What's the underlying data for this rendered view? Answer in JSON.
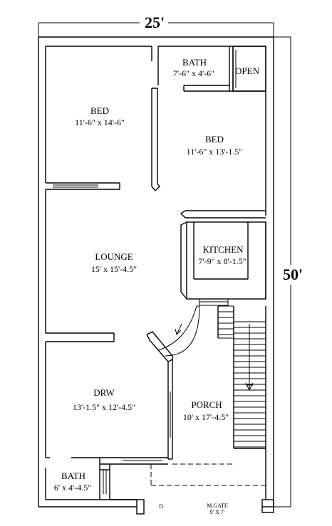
{
  "dimensions": {
    "width": "25'",
    "depth": "50'"
  },
  "rooms": [
    {
      "id": "bath-top",
      "name": "BATH",
      "size": "7'-6\" x 4'-6\""
    },
    {
      "id": "open",
      "name": "OPEN",
      "size": ""
    },
    {
      "id": "bed-left",
      "name": "BED",
      "size": "11'-6\" x 14'-6\""
    },
    {
      "id": "bed-right",
      "name": "BED",
      "size": "11'-6\" x 13'-1.5\""
    },
    {
      "id": "kitchen",
      "name": "KITCHEN",
      "size": "7'-9\" x 8'-1.5\""
    },
    {
      "id": "lounge",
      "name": "LOUNGE",
      "size": "15' x 15'-4.5\""
    },
    {
      "id": "drw",
      "name": "DRW",
      "size": "13'-1.5\" x 12'-4.5\""
    },
    {
      "id": "porch",
      "name": "PORCH",
      "size": "10' x 17'-4.5\""
    },
    {
      "id": "bath-bottom",
      "name": "BATH",
      "size": "6' x 4'-4.5\""
    }
  ],
  "labels": {
    "door_mark": "D",
    "gate_name": "M.GATE",
    "gate_size": "9' X 7'"
  }
}
